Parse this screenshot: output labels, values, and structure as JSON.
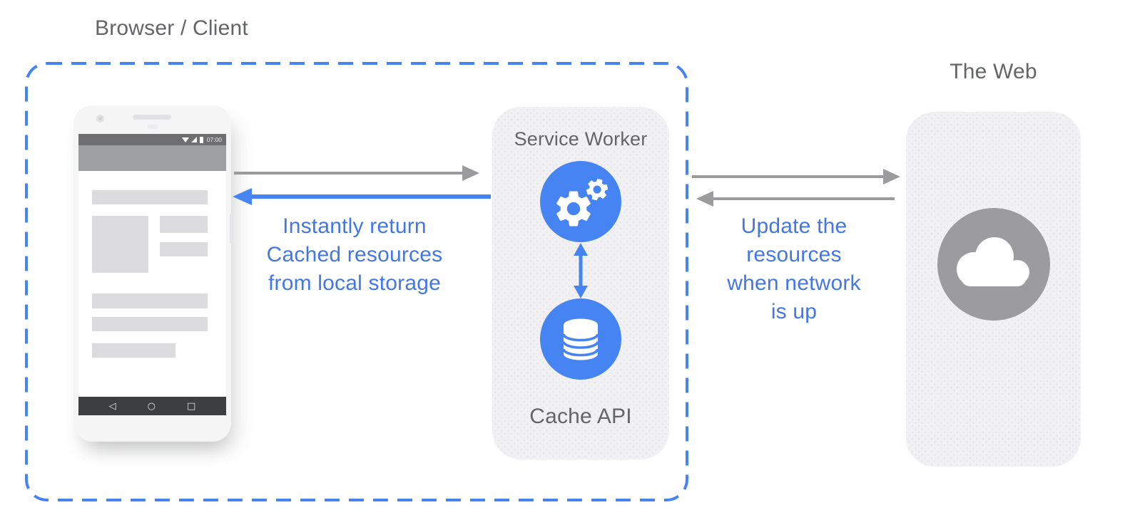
{
  "labels": {
    "browser_client": "Browser / Client",
    "the_web": "The Web"
  },
  "service_worker_card": {
    "title": "Service Worker",
    "cache_api_label": "Cache API"
  },
  "flow_left": {
    "lines": [
      "Instantly return",
      "Cached resources",
      "from local storage"
    ]
  },
  "flow_right": {
    "lines": [
      "Update the",
      "resources",
      "when network",
      "is up"
    ]
  },
  "phone": {
    "status_time": "07:00",
    "nav_icons": {
      "back": "◁",
      "home": "○",
      "recents": "□"
    }
  },
  "colors": {
    "blue": "#4684f3",
    "blue_text": "#4377e8",
    "arrow_gray": "#9b9b9d",
    "title_gray": "#646567",
    "card_bg": "#f1f1f3",
    "card_dot": "#e6e6e9",
    "phone_body": "#f5f5f6",
    "status_bar": "#6f6f71",
    "app_bar": "#9da0a2",
    "nav_bar": "#3d3e40",
    "placeholder": "#dcdcdf",
    "cloud_gray": "#9c9c9f"
  }
}
